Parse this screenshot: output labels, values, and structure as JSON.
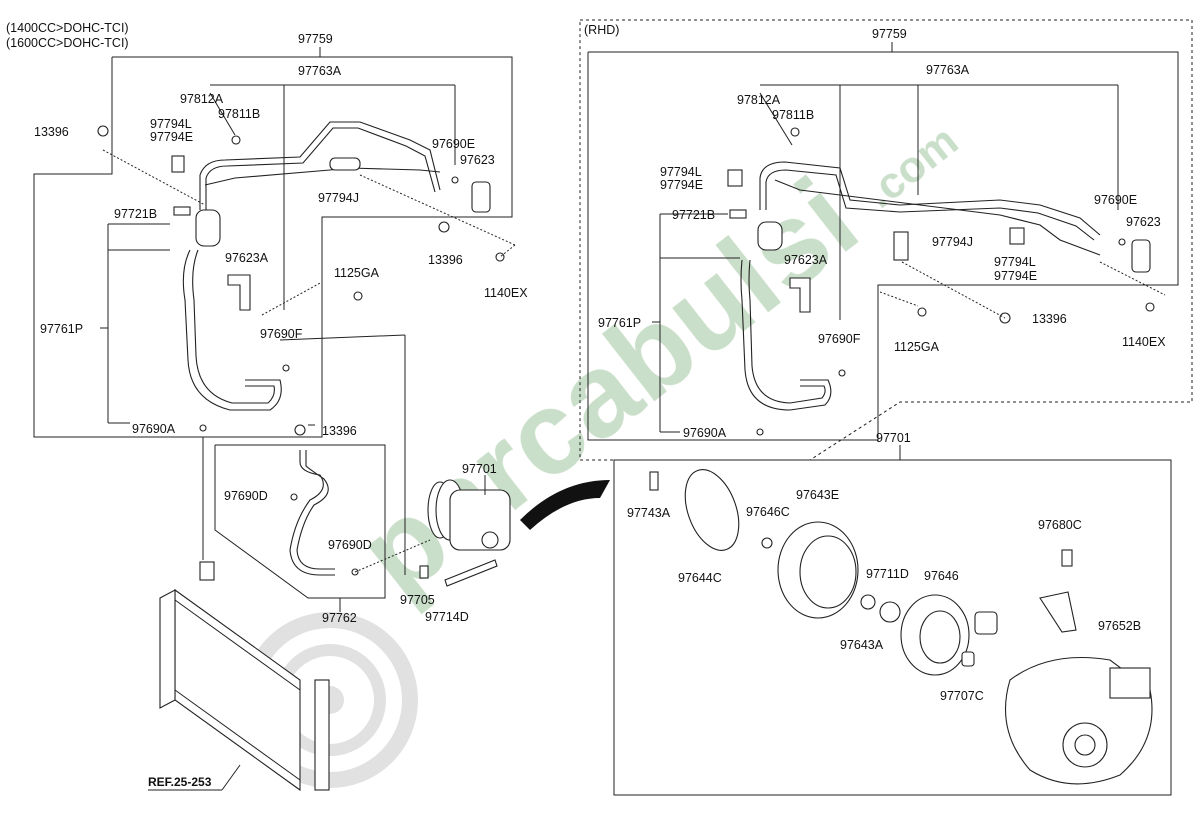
{
  "header": {
    "line1": "(1400CC>DOHC-TCI)",
    "line2": "(1600CC>DOHC-TCI)",
    "rhd": "(RHD)",
    "ref": "REF.25-253"
  },
  "watermark": {
    "text": "parcabulsi",
    "domain": ".com",
    "color_blue": "#3a66b8",
    "color_green": "#3cab3c"
  },
  "labels": {
    "L_97759": "97759",
    "L_97763A": "97763A",
    "L_97812A": "97812A",
    "L_97811B": "97811B",
    "L_97794L": "97794L",
    "L_97794E": "97794E",
    "L_13396a": "13396",
    "L_97690E": "97690E",
    "L_97623": "97623",
    "L_97794J": "97794J",
    "L_97721B": "97721B",
    "L_13396b": "13396",
    "L_1140EX": "1140EX",
    "L_97623A": "97623A",
    "L_1125GA": "1125GA",
    "L_97761P": "97761P",
    "L_97690F": "97690F",
    "L_97690A": "97690A",
    "L_13396c": "13396",
    "L_97690D1": "97690D",
    "L_97690D2": "97690D",
    "L_97762": "97762",
    "L_97701": "97701",
    "L_97705": "97705",
    "L_97714D": "97714D",
    "R_97759": "97759",
    "R_97763A": "97763A",
    "R_97812A": "97812A",
    "R_97811B": "97811B",
    "R_97794L": "97794L",
    "R_97794E": "97794E",
    "R_97721B": "97721B",
    "R_97794J": "97794J",
    "R_97690E": "97690E",
    "R_97623": "97623",
    "R_97623A": "97623A",
    "R_97794L2": "97794L",
    "R_97794E2": "97794E",
    "R_97761P": "97761P",
    "R_13396": "13396",
    "R_1125GA": "1125GA",
    "R_97690F": "97690F",
    "R_1140EX": "1140EX",
    "R_97690A": "97690A",
    "C_97701": "97701",
    "C_97743A": "97743A",
    "C_97643E": "97643E",
    "C_97646C": "97646C",
    "C_97644C": "97644C",
    "C_97680C": "97680C",
    "C_97711D": "97711D",
    "C_97646": "97646",
    "C_97652B": "97652B",
    "C_97643A": "97643A",
    "C_97707C": "97707C"
  }
}
